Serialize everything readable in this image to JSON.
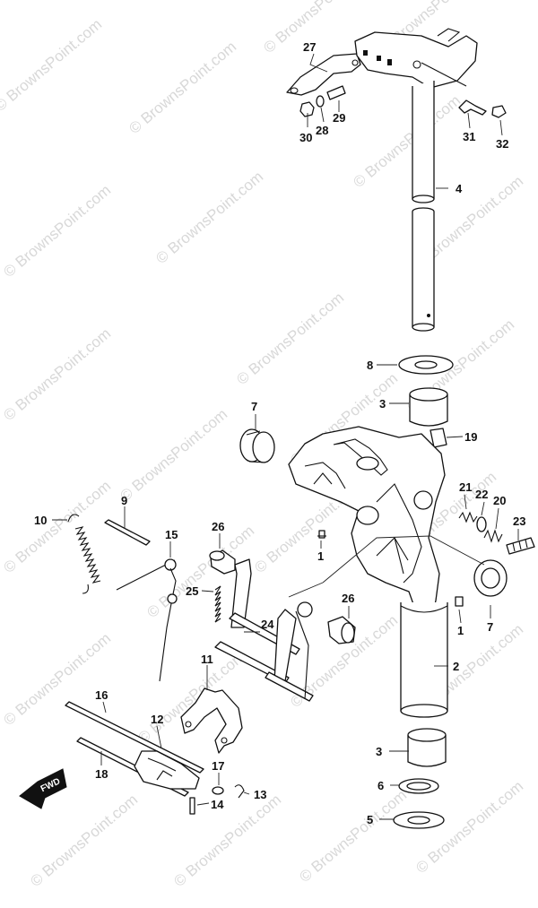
{
  "watermark": "© BrownsPoint.com",
  "direction_label": "FWD",
  "labels": {
    "l27": "27",
    "l30": "30",
    "l28": "28",
    "l29": "29",
    "l31": "31",
    "l32": "32",
    "l4": "4",
    "l8": "8",
    "l7a": "7",
    "l3a": "3",
    "l19": "19",
    "l21": "21",
    "l22": "22",
    "l20": "20",
    "l23": "23",
    "l10": "10",
    "l9": "9",
    "l15": "15",
    "l26a": "26",
    "l1a": "1",
    "l25": "25",
    "l26b": "26",
    "l7b": "7",
    "l24": "24",
    "l1b": "1",
    "l11": "11",
    "l2": "2",
    "l16": "16",
    "l12": "12",
    "l17": "17",
    "l3b": "3",
    "l18": "18",
    "l6": "6",
    "l13": "13",
    "l14": "14",
    "l5": "5"
  }
}
